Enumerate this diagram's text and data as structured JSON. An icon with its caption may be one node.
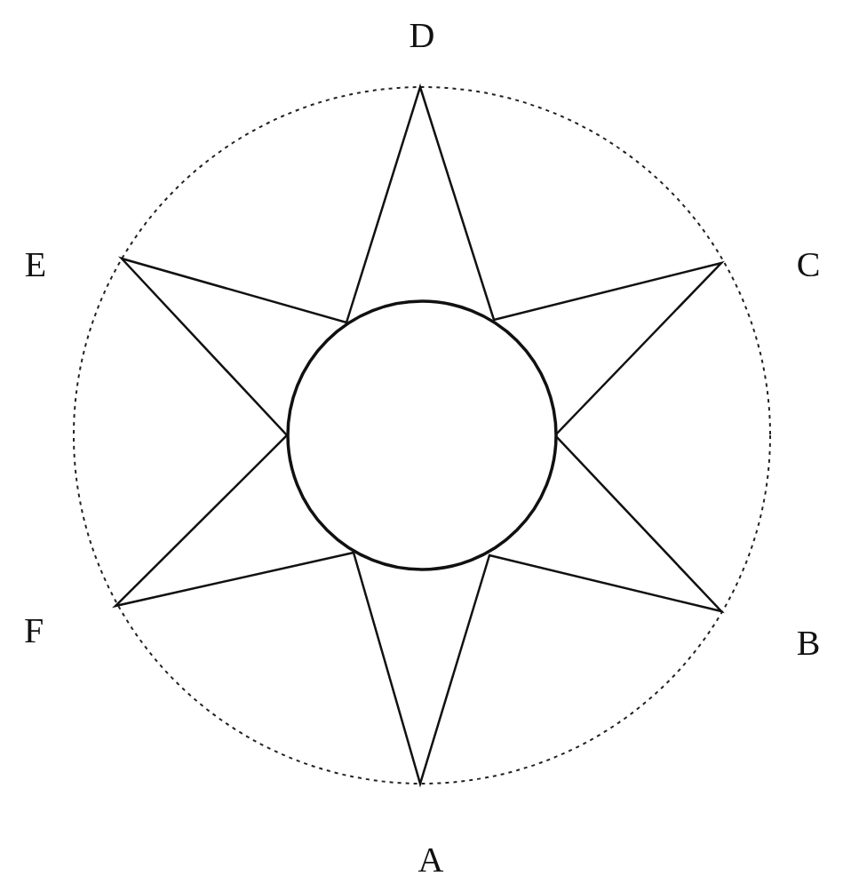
{
  "diagram": {
    "labels": [
      "D",
      "E",
      "C",
      "F",
      "B",
      "A"
    ]
  }
}
